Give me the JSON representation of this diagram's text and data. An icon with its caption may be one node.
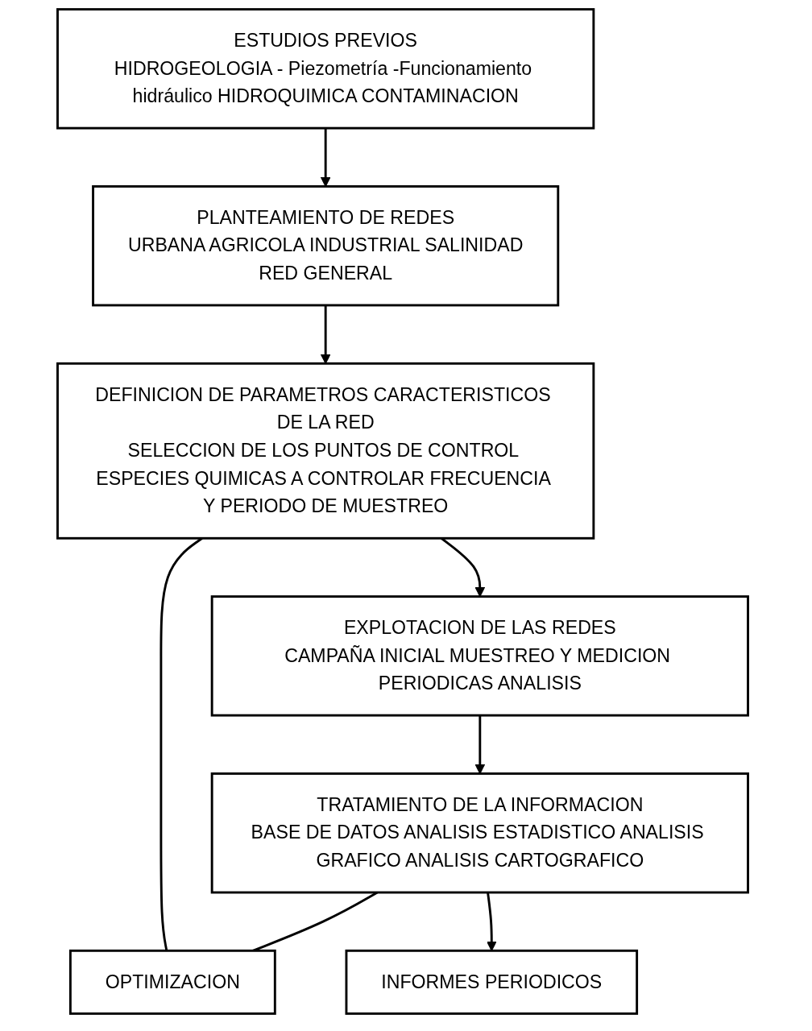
{
  "diagram": {
    "nodes": [
      {
        "text": [
          "ESTUDIOS PREVIOS",
          "HIDROGEOLOGIA - Piezometría -Funcionamiento hidráulico HIDROQUIMICA CONTAMINACION"
        ]
      },
      {
        "text": [
          "PLANTEAMIENTO DE REDES",
          "URBANA AGRICOLA INDUSTRIAL SALINIDAD",
          "RED GENERAL"
        ]
      },
      {
        "text": [
          "DEFINICION DE PARAMETROS CARACTERISTICOS DE LA RED",
          "SELECCION DE LOS PUNTOS DE CONTROL ESPECIES QUIMICAS A CONTROLAR FRECUENCIA Y PERIODO DE MUESTREO"
        ]
      },
      {
        "text": [
          "OPTIMIZACION"
        ]
      },
      {
        "text": [
          "EXPLOTACION DE LAS REDES",
          "CAMPAÑA INICIAL MUESTREO Y MEDICION PERIODICAS ANALISIS"
        ]
      },
      {
        "text": [
          "TRATAMIENTO DE LA INFORMACION",
          "BASE DE DATOS ANALISIS ESTADISTICO ANALISIS GRAFICO ANALISIS CARTOGRAFICO"
        ]
      },
      {
        "text": [
          "INFORMES PERIODICOS"
        ]
      }
    ],
    "edges": [
      {
        "from": 0,
        "to": 1,
        "arrow": "to"
      },
      {
        "from": 1,
        "to": 2,
        "arrow": "to"
      },
      {
        "from": 3,
        "to": 2,
        "arrow": "none"
      },
      {
        "from": 2,
        "to": 4,
        "arrow": "to"
      },
      {
        "from": 4,
        "to": 5,
        "arrow": "to"
      },
      {
        "from": 5,
        "to": 3,
        "arrow": "none"
      },
      {
        "from": 5,
        "to": 6,
        "arrow": "to"
      }
    ]
  }
}
